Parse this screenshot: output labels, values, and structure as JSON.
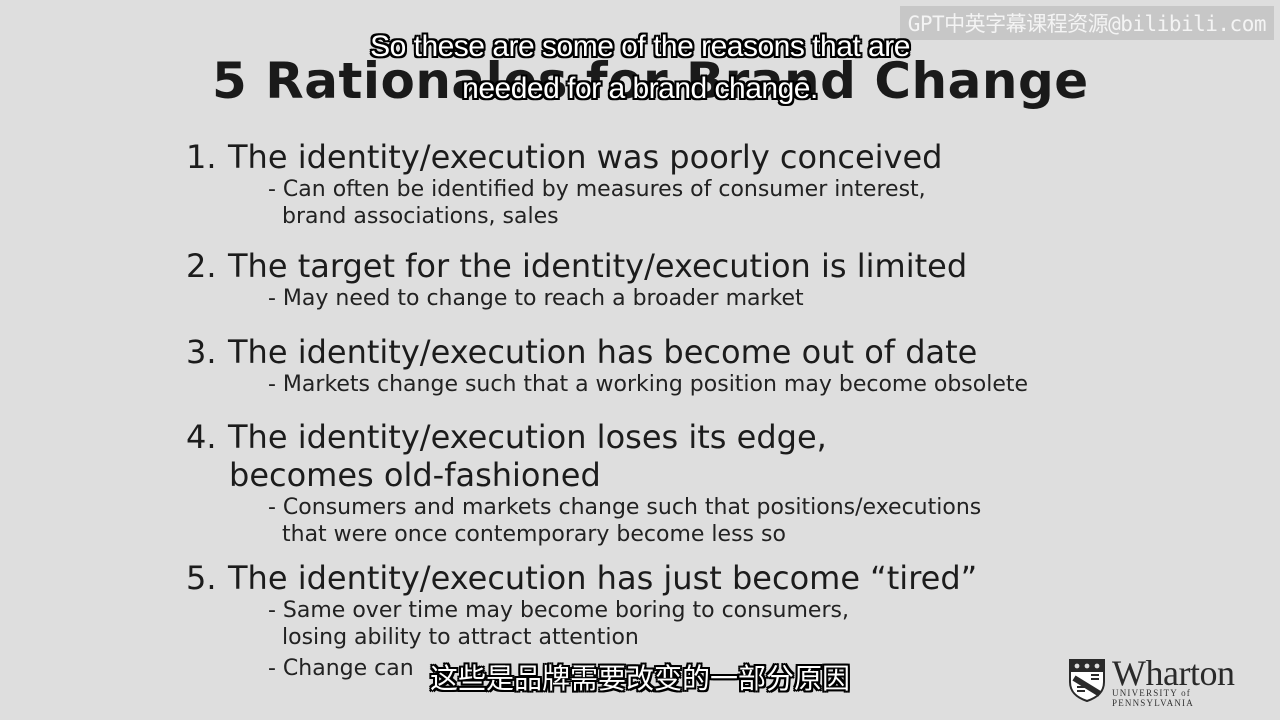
{
  "watermark": "GPT中英字幕课程资源@bilibili.com",
  "slide": {
    "title": "5 Rationales for Brand Change",
    "points": [
      {
        "number": "1.",
        "heading": "The identity/execution was poorly conceived",
        "heading_cont": "",
        "subpoints": [
          {
            "line1": "- Can often be identified by measures of consumer interest,",
            "line2": "brand associations, sales"
          }
        ]
      },
      {
        "number": "2.",
        "heading": "The target for the identity/execution is limited",
        "heading_cont": "",
        "subpoints": [
          {
            "line1": "- May need to change to reach a broader market",
            "line2": ""
          }
        ]
      },
      {
        "number": "3.",
        "heading": "The identity/execution has become out of date",
        "heading_cont": "",
        "subpoints": [
          {
            "line1": "- Markets change such that a working position may become obsolete",
            "line2": ""
          }
        ]
      },
      {
        "number": "4.",
        "heading": "The identity/execution loses its edge,",
        "heading_cont": "becomes old-fashioned",
        "subpoints": [
          {
            "line1": "- Consumers and markets change such that positions/executions",
            "line2": "that were once contemporary become less so"
          }
        ]
      },
      {
        "number": "5.",
        "heading": "The identity/execution has just become “tired”",
        "heading_cont": "",
        "subpoints": [
          {
            "line1": "- Same over time may become boring to consumers,",
            "line2": "losing ability to attract attention"
          },
          {
            "line1": "- Change can",
            "line2": ""
          }
        ]
      }
    ]
  },
  "subtitles": {
    "english_line1": "So these are some of the reasons that are",
    "english_line2": "needed for a brand change.",
    "chinese": "这些是品牌需要改变的一部分原因"
  },
  "logo": {
    "name": "Wharton",
    "university": "UNIVERSITY of PENNSYLVANIA"
  }
}
